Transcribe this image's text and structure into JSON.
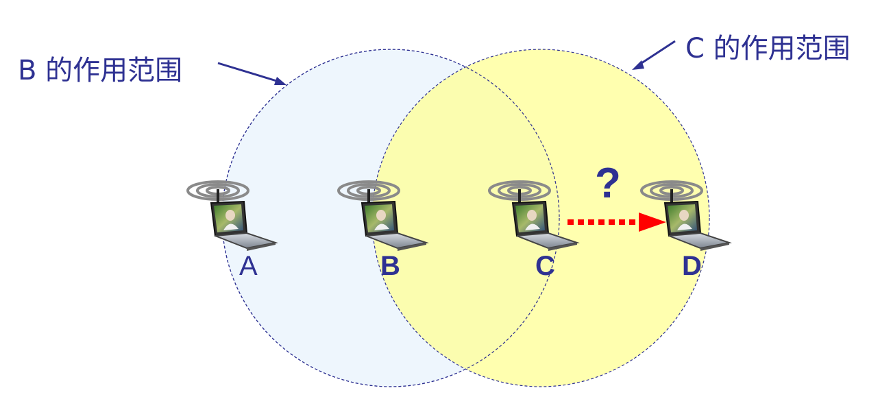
{
  "labels": {
    "range_b": "B 的作用范围",
    "range_c": "C 的作用范围",
    "question": "?"
  },
  "nodes": [
    {
      "id": "A",
      "label": "A",
      "bold": false
    },
    {
      "id": "B",
      "label": "B",
      "bold": true
    },
    {
      "id": "C",
      "label": "C",
      "bold": true
    },
    {
      "id": "D",
      "label": "D",
      "bold": true
    }
  ],
  "colors": {
    "text": "#2e3192",
    "range_b_fill": "#eef6fd",
    "range_c_fill": "#ffff99",
    "circle_stroke": "#2e3192",
    "arrow": "#ff0000"
  },
  "icons": {
    "node": "wireless-laptop-icon"
  }
}
